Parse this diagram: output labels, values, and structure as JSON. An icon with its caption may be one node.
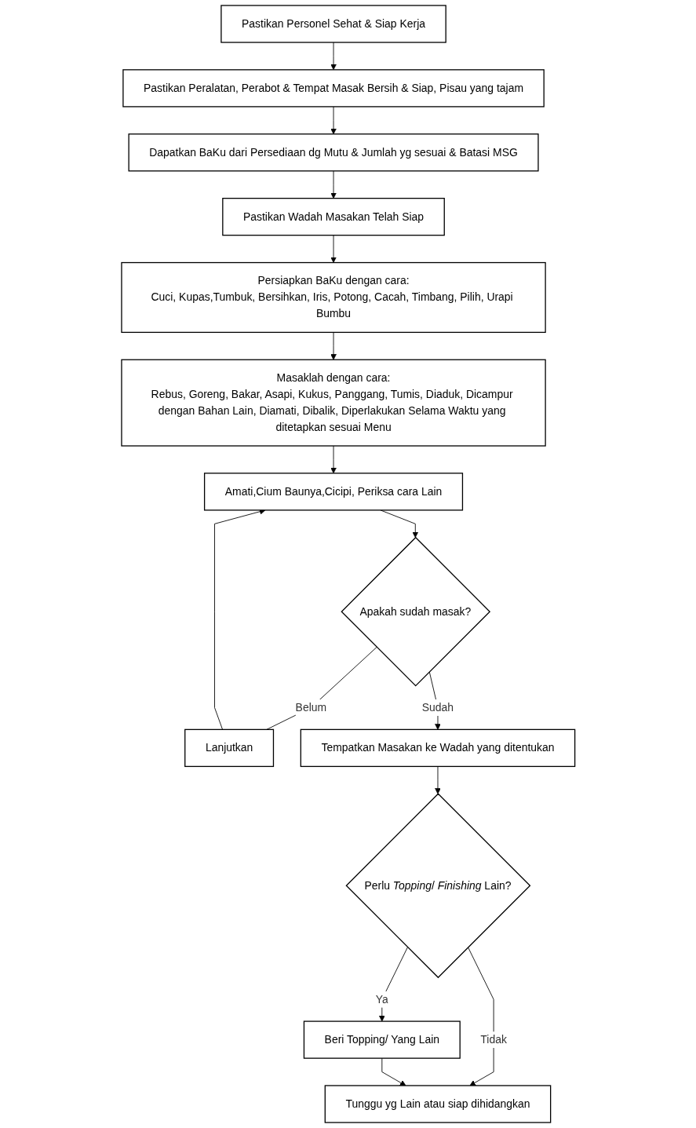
{
  "diagram": {
    "nodes": [
      {
        "text": [
          "Pastikan Personel Sehat & Siap Kerja"
        ]
      },
      {
        "text": [
          "Pastikan Peralatan, Perabot & Tempat Masak Bersih & Siap, Pisau yang tajam"
        ]
      },
      {
        "text": [
          "Dapatkan BaKu dari Persediaan dg Mutu & Jumlah yg sesuai & Batasi MSG"
        ]
      },
      {
        "text": [
          "Pastikan Wadah Masakan Telah Siap"
        ]
      },
      {
        "text": [
          "Persiapkan BaKu dengan cara:",
          "Cuci, Kupas,Tumbuk, Bersihkan, Iris, Potong, Cacah, Timbang, Pilih, Urapi Bumbu"
        ]
      },
      {
        "text": [
          "Masaklah dengan cara:",
          "Rebus, Goreng, Bakar, Asapi, Kukus, Panggang, Tumis, Diaduk, Dicampur dengan Bahan Lain, Diamati, Dibalik, Diperlakukan Selama Waktu yang ditetapkan sesuai Menu"
        ]
      },
      {
        "text": [
          "Amati,Cium Baunya,Cicipi, Periksa cara Lain"
        ]
      },
      {
        "text": [
          "Lanjutkan"
        ]
      },
      {
        "text": [
          "Apakah sudah masak?"
        ]
      },
      {
        "text": [
          "Tempatkan Masakan ke Wadah yang ditentukan"
        ]
      },
      {
        "text": [
          "Perlu *Topping*/ *Finishing* Lain?"
        ]
      },
      {
        "text": [
          "Beri Topping/ Yang Lain"
        ]
      },
      {
        "text": [
          "Tunggu yg Lain atau siap dihidangkan"
        ]
      }
    ],
    "edges": [
      {
        "from": 0,
        "to": 1,
        "arrow": "to"
      },
      {
        "from": 1,
        "to": 2,
        "arrow": "to"
      },
      {
        "from": 2,
        "to": 3,
        "arrow": "to"
      },
      {
        "from": 3,
        "to": 4,
        "arrow": "to"
      },
      {
        "from": 4,
        "to": 5,
        "arrow": "to"
      },
      {
        "from": 5,
        "to": 6,
        "arrow": "to"
      },
      {
        "from": 6,
        "to": 8,
        "arrow": "to"
      },
      {
        "from": 8,
        "to": 7,
        "arrow": "none",
        "label": "Belum"
      },
      {
        "from": 7,
        "to": 6,
        "arrow": "to"
      },
      {
        "from": 8,
        "to": 9,
        "arrow": "to",
        "label": "Sudah"
      },
      {
        "from": 9,
        "to": 10,
        "arrow": "to"
      },
      {
        "from": 10,
        "to": 11,
        "arrow": "to",
        "label": "Ya"
      },
      {
        "from": 10,
        "to": 12,
        "arrow": "to",
        "label": "Tidak"
      },
      {
        "from": 11,
        "to": 12,
        "arrow": "to"
      }
    ]
  }
}
